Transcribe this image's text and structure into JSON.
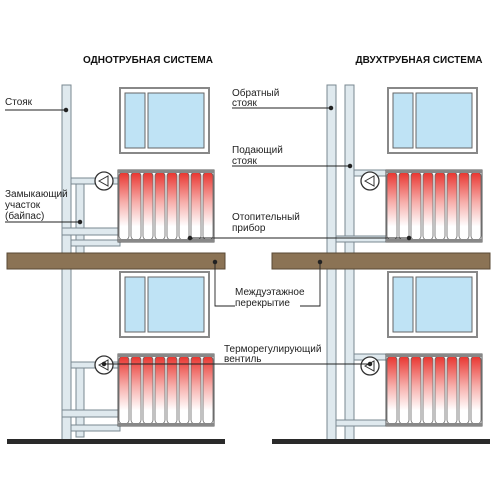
{
  "titles": {
    "left": "ОДНОТРУБНАЯ СИСТЕМА",
    "right": "ДВУХТРУБНАЯ СИСТЕМА"
  },
  "labels": {
    "stoyak": "Стояк",
    "bypass_1": "Замыкающий",
    "bypass_2": "участок",
    "bypass_3": "(байпас)",
    "return_1": "Обратный",
    "return_2": "стояк",
    "supply_1": "Подающий",
    "supply_2": "стояк",
    "heater_1": "Отопительный",
    "heater_2": "прибор",
    "floor_1": "Междуэтажное",
    "floor_2": "перекрытие",
    "valve_1": "Терморегулирующий",
    "valve_2": "вентиль"
  },
  "colors": {
    "pipe": "#dfe9ee",
    "pipe_outline": "#7a8890",
    "window_glass": "#bfe3f5",
    "window_frame": "#9a9a9a",
    "slab": "#8b7355",
    "ground": "#2a2a2a",
    "radiator_hot": "#e8342e",
    "radiator_fin": "#ffffff",
    "leader_line": "#222222"
  },
  "icons": {
    "valve": "thermostatic-valve-icon"
  }
}
